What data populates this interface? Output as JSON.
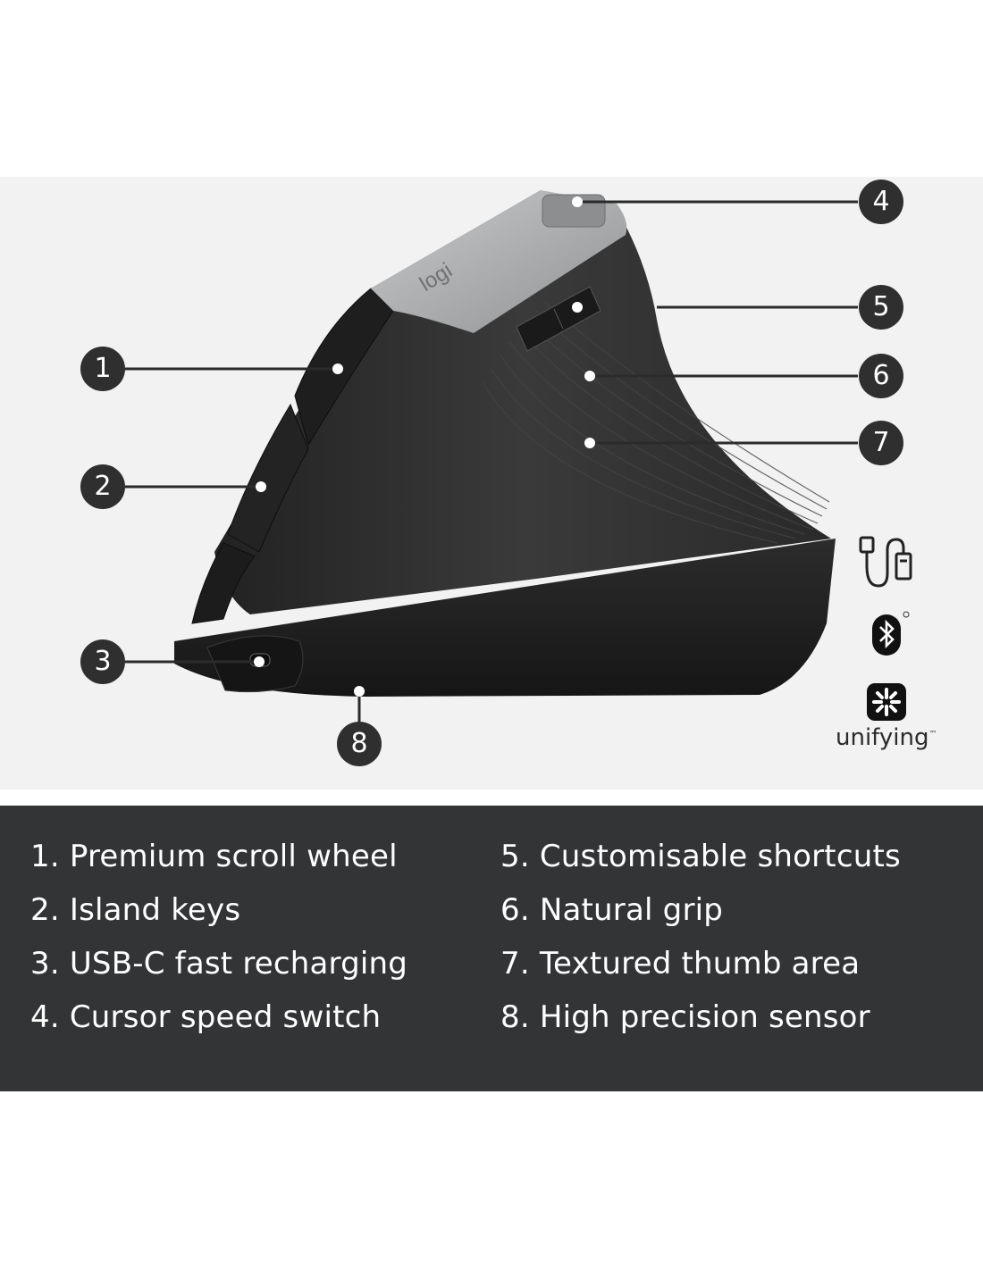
{
  "brand": {
    "logo_text": "logi",
    "connectivity": {
      "usb_icon": "usb-cable-icon",
      "bluetooth_icon": "bluetooth-icon",
      "unifying_icon": "unifying-receiver-icon",
      "unifying_label": "unifying",
      "unifying_trademark": "™",
      "bluetooth_registered": "®"
    }
  },
  "callouts": [
    "1",
    "2",
    "3",
    "4",
    "5",
    "6",
    "7",
    "8"
  ],
  "features": [
    "1. Premium scroll wheel",
    "2. Island keys",
    "3. USB-C fast recharging",
    "4. Cursor speed switch",
    "5. Customisable shortcuts",
    "6. Natural grip",
    "7. Textured thumb area",
    "8. High precision sensor"
  ],
  "colors": {
    "hero_background": "#f2f2f2",
    "panel_background": "#333435",
    "callout_badge": "#2f2f2f",
    "mouse_body": "#2b2b2b",
    "mouse_top_silver": "#a9abad"
  }
}
